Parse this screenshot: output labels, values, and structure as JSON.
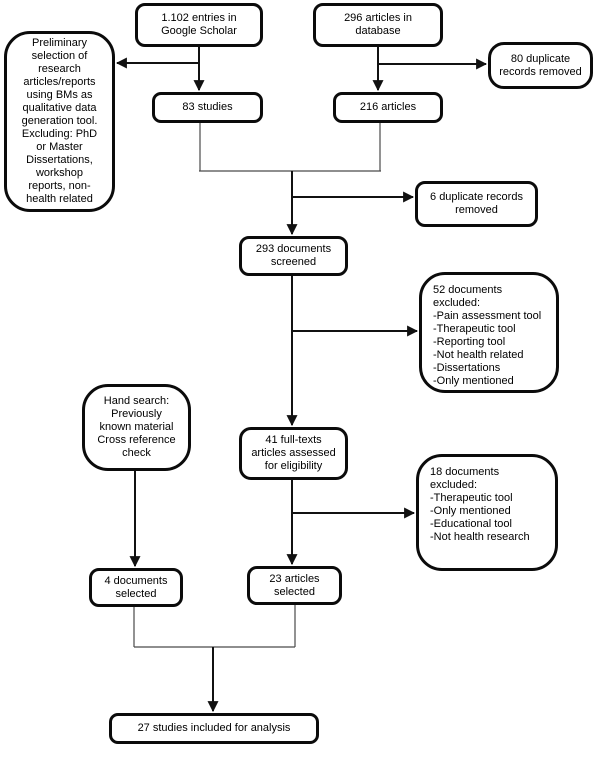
{
  "colors": {
    "border": "#0b0b0b",
    "background": "#ffffff",
    "text": "#000000"
  },
  "nodes": {
    "google_scholar": "1.102 entries in\nGoogle Scholar",
    "database": "296 articles in\ndatabase",
    "preliminary_note": "Preliminary\nselection of\nresearch\narticles/reports\nusing BMs as\nqualitative data\ngeneration tool.\nExcluding: PhD\nor Master\nDissertations,\nworkshop\nreports, non-\nhealth related",
    "duplicates_80": "80 duplicate\nrecords removed",
    "studies_83": "83 studies",
    "articles_216": "216 articles",
    "duplicates_6": "6 duplicate records\nremoved",
    "screened_293": "293 documents\nscreened",
    "excluded_52": "52 documents\nexcluded:\n-Pain assessment tool\n-Therapeutic tool\n-Reporting tool\n-Not health related\n-Dissertations\n-Only mentioned",
    "hand_search": "Hand search:\nPreviously\nknown material\nCross reference\ncheck",
    "fulltexts_41": "41 full-texts\narticles assessed\nfor eligibility",
    "excluded_18": "18 documents\nexcluded:\n-Therapeutic tool\n-Only mentioned\n-Educational tool\n-Not health research",
    "selected_4": "4 documents\nselected",
    "selected_23": "23 articles\nselected",
    "included_27": "27 studies included for analysis"
  }
}
